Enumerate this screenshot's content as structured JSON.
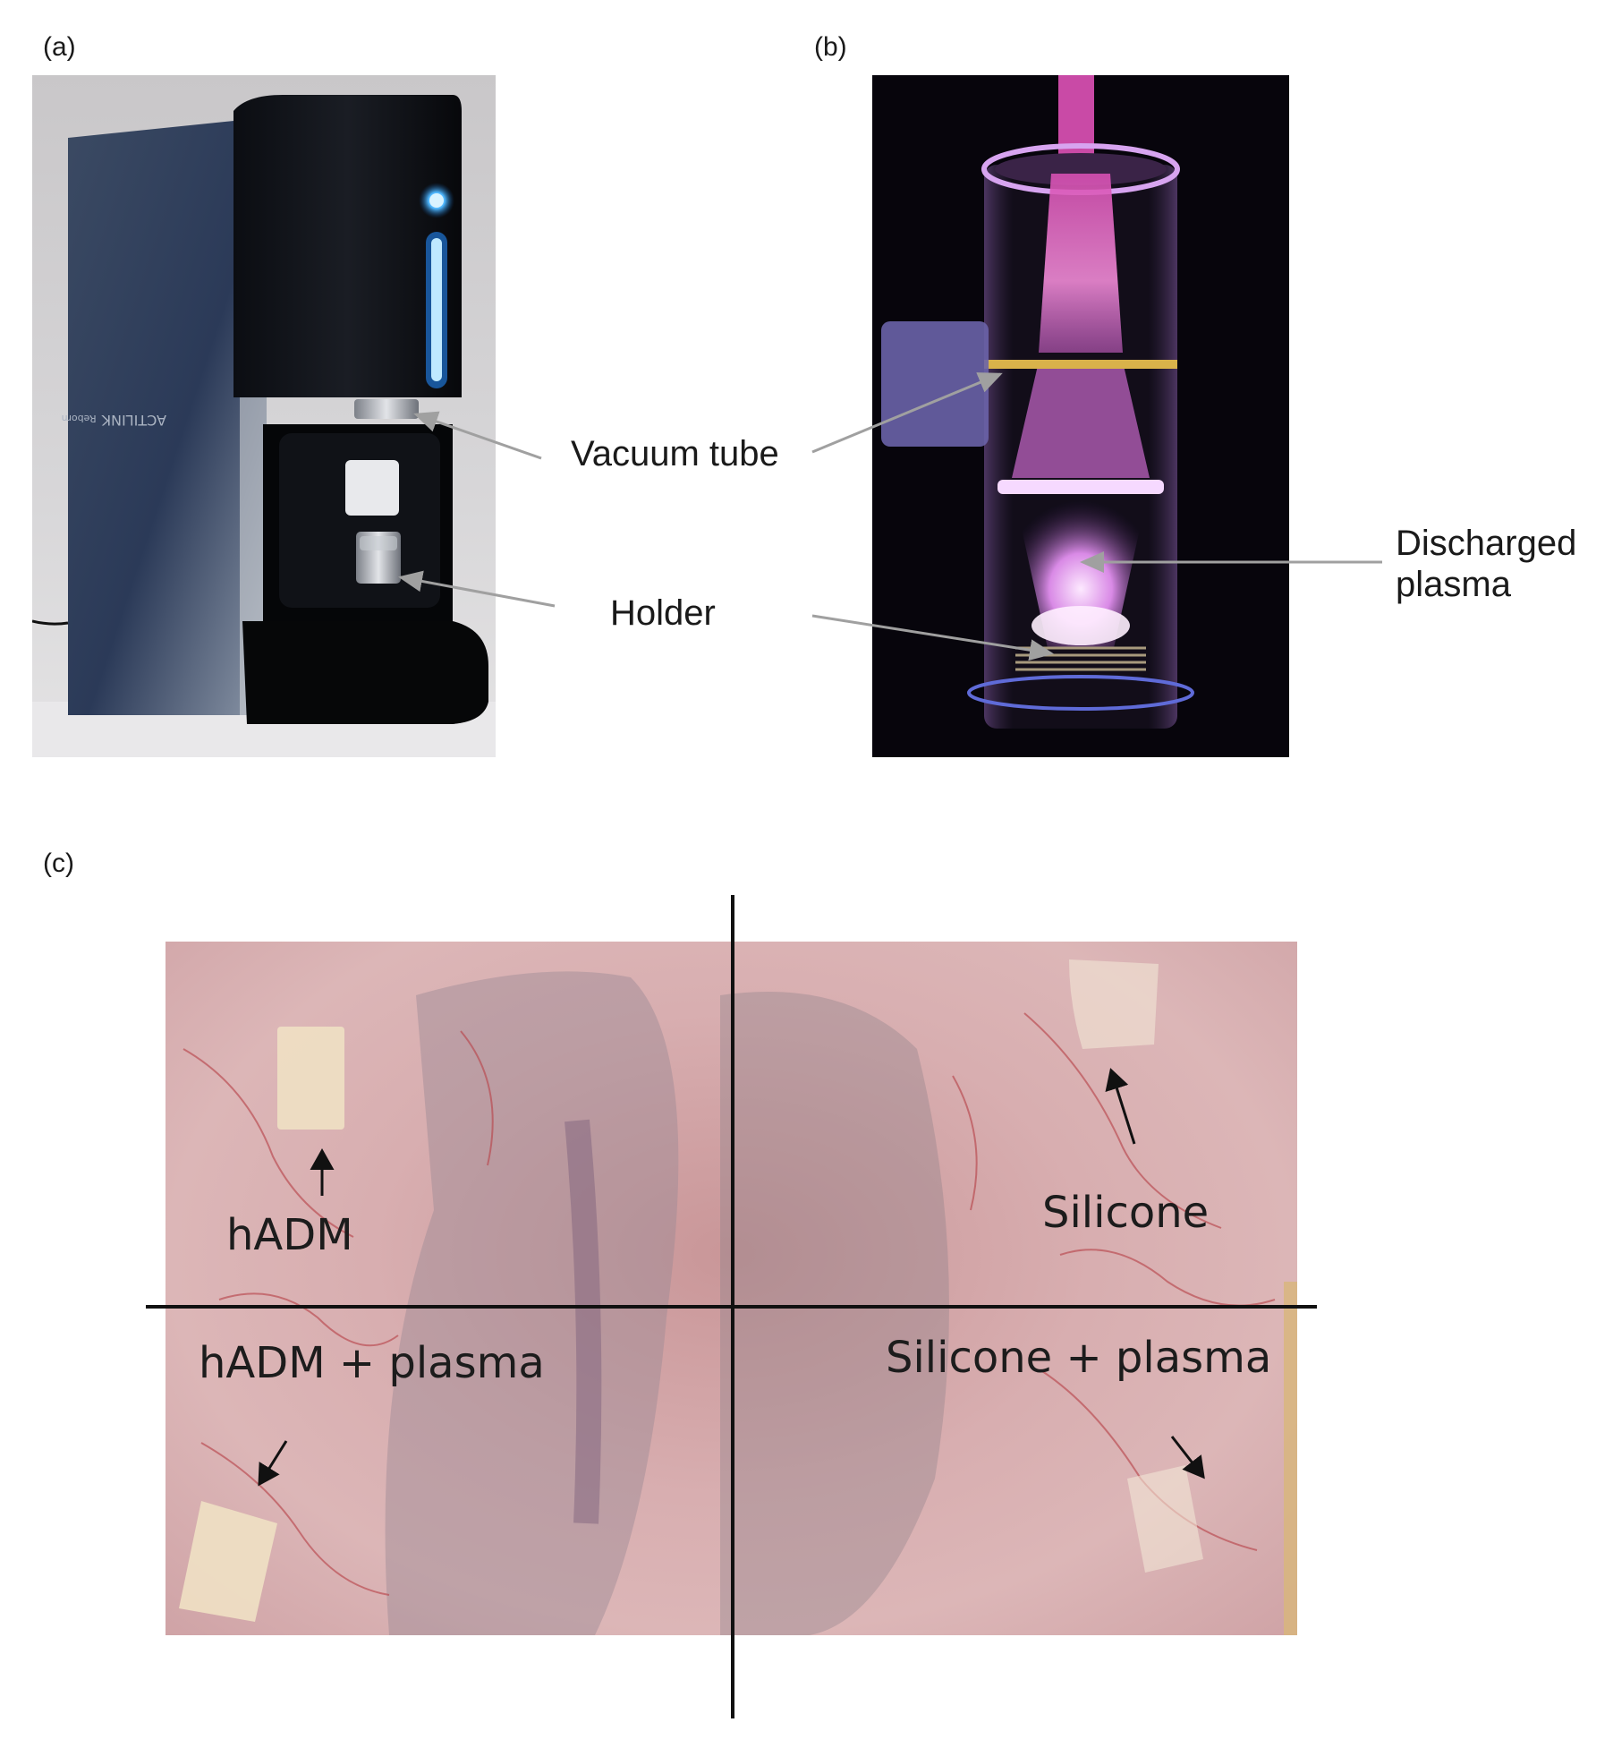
{
  "panels": {
    "a": {
      "label": "(a)",
      "device_brand": "ACTILINK",
      "device_model": "Reborn",
      "callouts": {
        "vacuum_tube": "Vacuum tube",
        "holder": "Holder"
      }
    },
    "b": {
      "label": "(b)",
      "callouts": {
        "discharged_plasma_line1": "Discharged",
        "discharged_plasma_line2": "plasma"
      }
    },
    "c": {
      "label": "(c)",
      "quadrant_labels": {
        "top_left": "hADM",
        "top_right": "Silicone",
        "bottom_left": "hADM + plasma",
        "bottom_right": "Silicone + plasma"
      }
    }
  },
  "colors": {
    "device_body": "#1f2a3a",
    "plasma_glow": "#e58ad9",
    "tissue": "#d7a9ab",
    "arrow": "#9a9a9a",
    "divider": "#111111"
  }
}
